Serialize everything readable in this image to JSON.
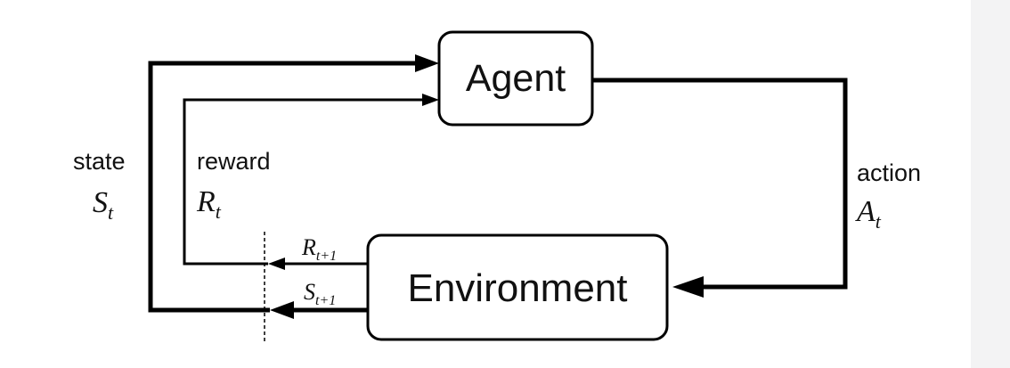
{
  "diagram": {
    "agent_label": "Agent",
    "environment_label": "Environment",
    "state_label": "state",
    "state_symbol": "S",
    "state_subscript": "t",
    "reward_label": "reward",
    "reward_symbol": "R",
    "reward_subscript": "t",
    "action_label": "action",
    "action_symbol": "A",
    "action_subscript": "t",
    "next_reward_symbol": "R",
    "next_reward_subscript": "t+1",
    "next_state_symbol": "S",
    "next_state_subscript": "t+1"
  },
  "colors": {
    "line": "#000000",
    "background": "#ffffff",
    "side_strip": "#f3f3f4"
  }
}
